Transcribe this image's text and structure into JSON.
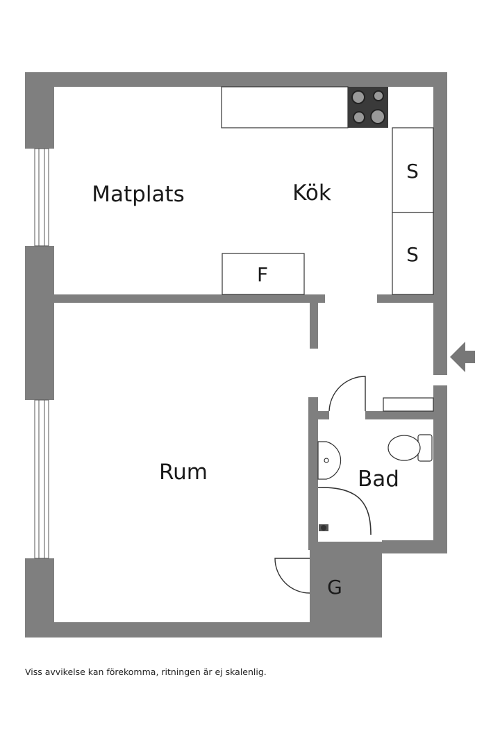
{
  "rooms": {
    "matplats": "Matplats",
    "kok": "Kök",
    "rum": "Rum",
    "bad": "Bad"
  },
  "fixtures": {
    "storage_1": "S",
    "storage_2": "S",
    "fridge": "F",
    "wardrobe": "G"
  },
  "entrance_icon": "entrance-arrow-icon",
  "disclaimer": "Viss avvikelse kan förekomma, ritningen är ej skalenlig.",
  "colors": {
    "wall": "#7f7f7f",
    "line": "#333333",
    "stove": "#3a3a3a"
  }
}
